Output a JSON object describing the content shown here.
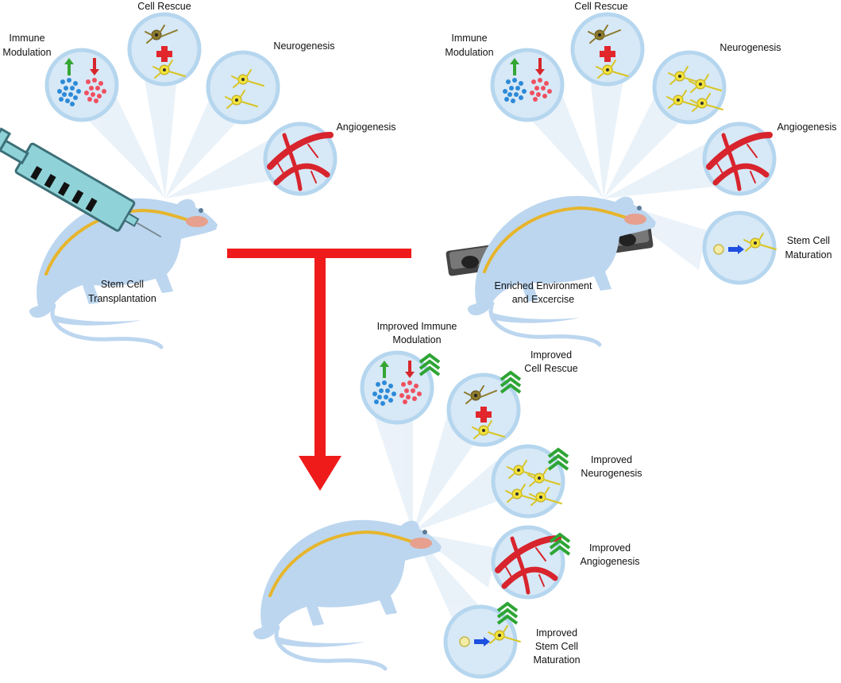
{
  "colors": {
    "circle_fill": "#d7e8f6",
    "circle_stroke": "#b5d6ee",
    "mouse_body": "#bcd6ef",
    "spine": "#e7b52c",
    "brain": "#e6a08d",
    "vessel": "#d8242d",
    "neuron": "#f2e23a",
    "up_arrow": "#35a633",
    "down_arrow": "#d6262c",
    "chevron": "#2ea535",
    "maturation_arrow": "#1d4fe0",
    "big_arrow": "#ef1b1b",
    "treadmill": "#5a5a5a",
    "syringe": "#8fd3d8"
  },
  "top_left": {
    "immune_modulation": [
      "Immune",
      "Modulation"
    ],
    "cell_rescue": "Cell Rescue",
    "neurogenesis": "Neurogenesis",
    "angiogenesis": "Angiogenesis",
    "caption": [
      "Stem Cell",
      "Transplantation"
    ]
  },
  "top_right": {
    "immune_modulation": [
      "Immune",
      "Modulation"
    ],
    "cell_rescue": "Cell Rescue",
    "neurogenesis": "Neurogenesis",
    "angiogenesis": "Angiogenesis",
    "stem_cell_maturation": [
      "Stem Cell",
      "Maturation"
    ],
    "caption": [
      "Enriched Environment",
      "and Excercise"
    ]
  },
  "bottom": {
    "immune_modulation": [
      "Improved Immune",
      "Modulation"
    ],
    "cell_rescue": [
      "Improved",
      "Cell Rescue"
    ],
    "neurogenesis": [
      "Improved",
      "Neurogenesis"
    ],
    "angiogenesis": [
      "Improved",
      "Angiogenesis"
    ],
    "stem_cell_maturation": [
      "Improved",
      "Stem Cell",
      "Maturation"
    ]
  }
}
